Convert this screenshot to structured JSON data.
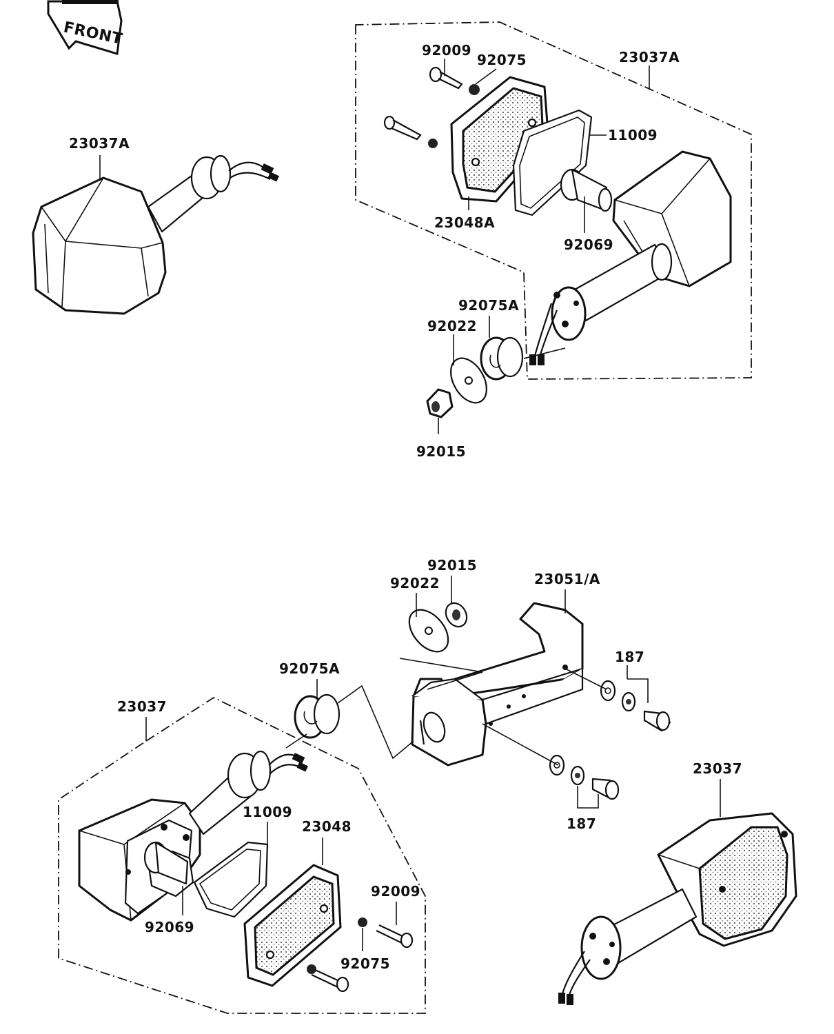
{
  "arrow": {
    "text": "FRONT"
  },
  "labels": {
    "tl_23037A": "23037A",
    "tr_92009": "92009",
    "tr_92075": "92075",
    "tr_23037A": "23037A",
    "tr_11009": "11009",
    "tr_23048A": "23048A",
    "tr_92069": "92069",
    "tr_92075A": "92075A",
    "tr_92022": "92022",
    "tr_92015": "92015",
    "b_92015": "92015",
    "b_92022": "92022",
    "b_23051A": "23051/A",
    "b_92075A": "92075A",
    "b_187a": "187",
    "b_187b": "187",
    "b_23037L": "23037",
    "b_23037R": "23037",
    "b_11009": "11009",
    "b_23048": "23048",
    "b_92009": "92009",
    "b_92069": "92069",
    "b_92075": "92075"
  }
}
